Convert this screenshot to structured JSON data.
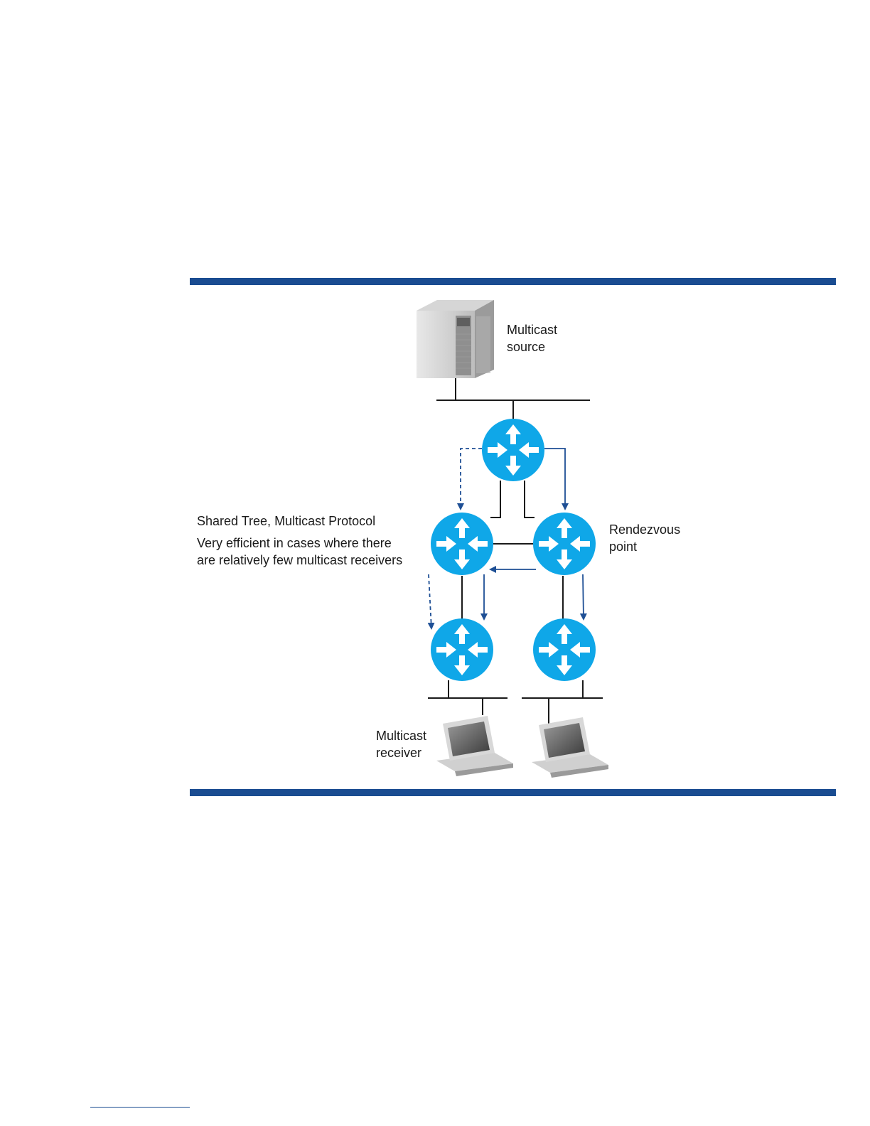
{
  "colors": {
    "rule": "#1a4c91",
    "router": "#0fa7e8",
    "arrow": "#1e4f95",
    "link": "#1a1a1a"
  },
  "labels": {
    "source": [
      "Multicast",
      "source"
    ],
    "rendezvous": [
      "Rendezvous",
      "point"
    ],
    "receiver": [
      "Multicast",
      "receiver"
    ],
    "title": "Shared Tree, Multicast Protocol",
    "description": [
      "Very efficient in cases where there",
      "are relatively few multicast receivers"
    ]
  },
  "icons": {
    "source": "server-icon",
    "router": "router-icon",
    "receiver": "laptop-icon"
  }
}
